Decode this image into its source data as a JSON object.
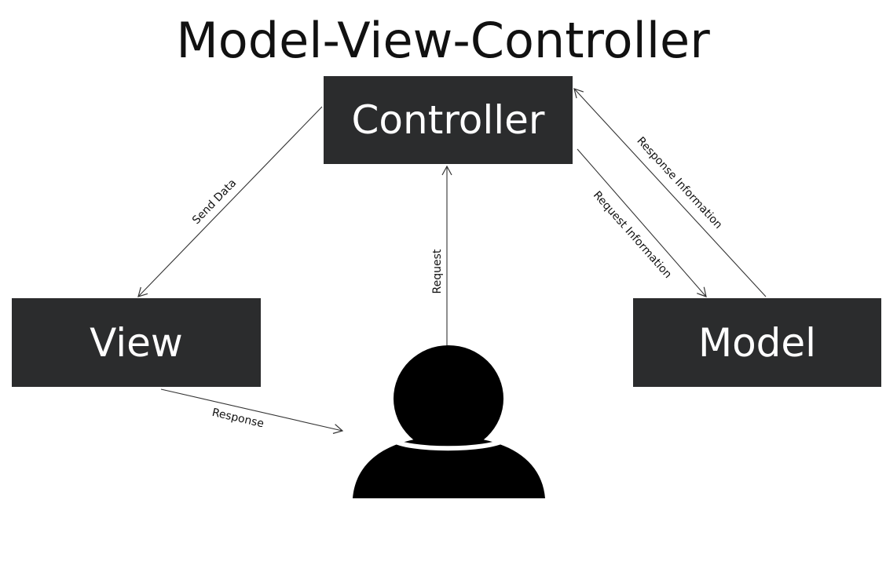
{
  "title": "Model-View-Controller",
  "nodes": {
    "controller": "Controller",
    "view": "View",
    "model": "Model"
  },
  "edges": {
    "send_data": "Send Data",
    "request": "Request",
    "request_information": "Request Information",
    "response_information": "Response Information",
    "response": "Response"
  },
  "icons": {
    "user": "user-icon"
  },
  "colors": {
    "node_fill": "#2b2c2d",
    "node_text": "#ffffff",
    "arrow": "#333333",
    "user": "#000000"
  }
}
